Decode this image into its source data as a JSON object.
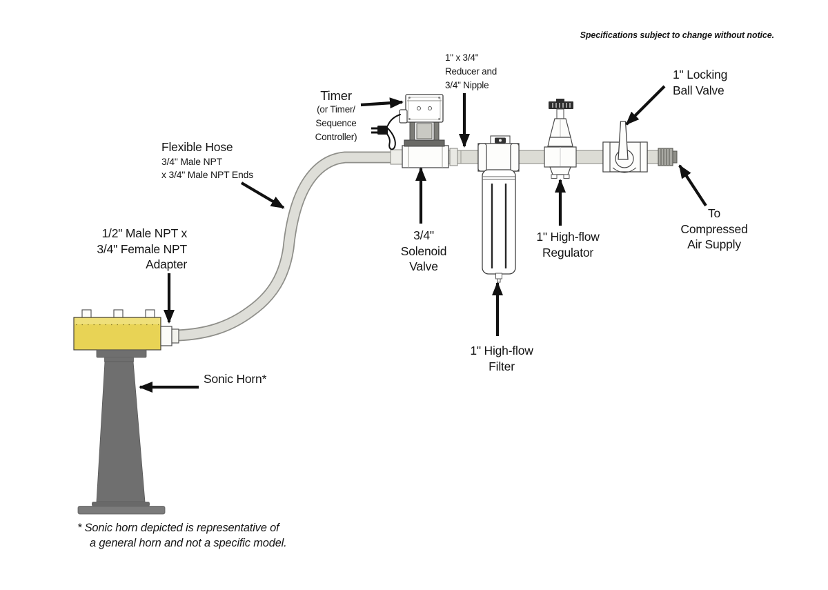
{
  "notice": "Specifications subject to change without notice.",
  "labels": {
    "timer": {
      "title": "Timer",
      "sub1": "(or Timer/",
      "sub2": "Sequence",
      "sub3": "Controller)"
    },
    "reducer": {
      "line1": "1\" x 3/4\"",
      "line2": "Reducer and",
      "line3": "3/4\" Nipple"
    },
    "ball_valve": {
      "line1": "1\" Locking",
      "line2": "Ball Valve"
    },
    "flexible_hose": {
      "title": "Flexible Hose",
      "sub1": "3/4\" Male NPT",
      "sub2": "x 3/4\" Male NPT Ends"
    },
    "adapter": {
      "line1": "1/2\" Male NPT x",
      "line2": "3/4\" Female NPT",
      "line3": "Adapter"
    },
    "solenoid": {
      "line1": "3/4\"",
      "line2": "Solenoid",
      "line3": "Valve"
    },
    "filter": {
      "line1": "1\" High-flow",
      "line2": "Filter"
    },
    "regulator": {
      "line1": "1\" High-flow",
      "line2": "Regulator"
    },
    "air_supply": {
      "line1": "To",
      "line2": "Compressed",
      "line3": "Air Supply"
    },
    "sonic_horn": "Sonic Horn*"
  },
  "footnote": {
    "line1": "* Sonic horn depicted is representative of",
    "line2": "a general horn and not a specific model."
  },
  "colors": {
    "horn_yellow": "#e8d355",
    "horn_yellow_light": "#efe07a",
    "horn_gray": "#6f6f6f",
    "horn_lip_gray": "#696969",
    "horn_base_gray": "#7b7b7b",
    "pipe_fill": "#dcdcd5",
    "pipe_outline": "#8f8f8a",
    "hose_fill": "#deded8",
    "thread_fill": "#a9a9a3",
    "line_color": "#111111"
  }
}
